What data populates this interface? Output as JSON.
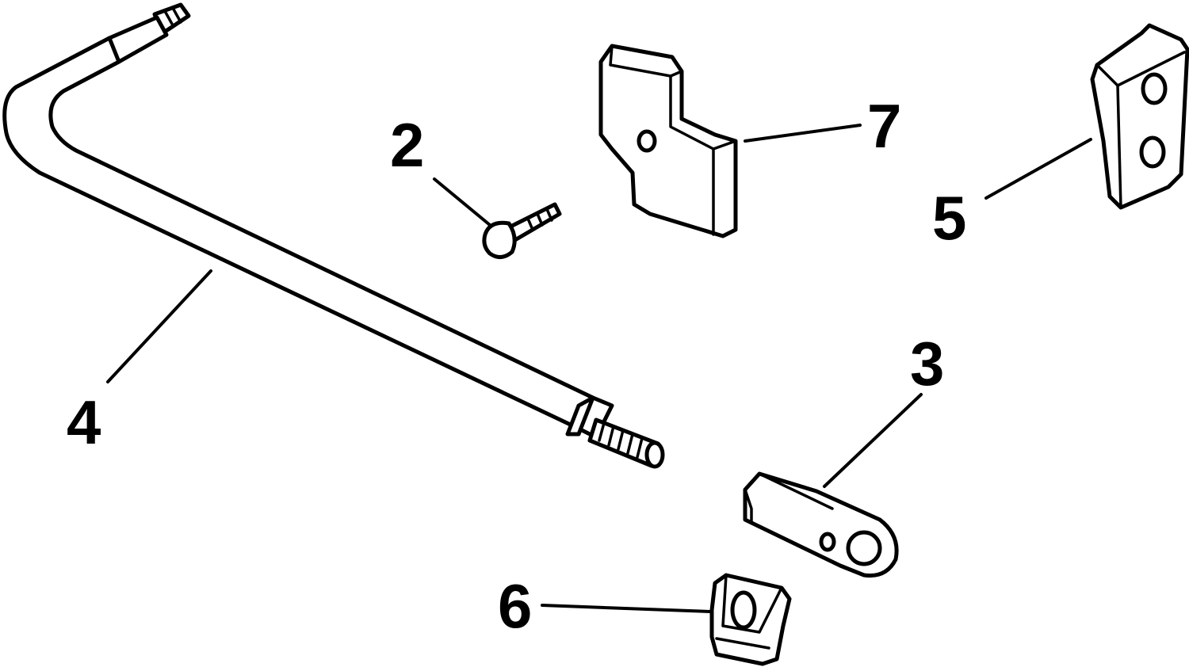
{
  "diagram": {
    "callouts": [
      {
        "id": "2",
        "label": "2"
      },
      {
        "id": "3",
        "label": "3"
      },
      {
        "id": "4",
        "label": "4"
      },
      {
        "id": "5",
        "label": "5"
      },
      {
        "id": "6",
        "label": "6"
      },
      {
        "id": "7",
        "label": "7"
      }
    ],
    "colors": {
      "line": "#000000",
      "background": "#ffffff"
    }
  }
}
